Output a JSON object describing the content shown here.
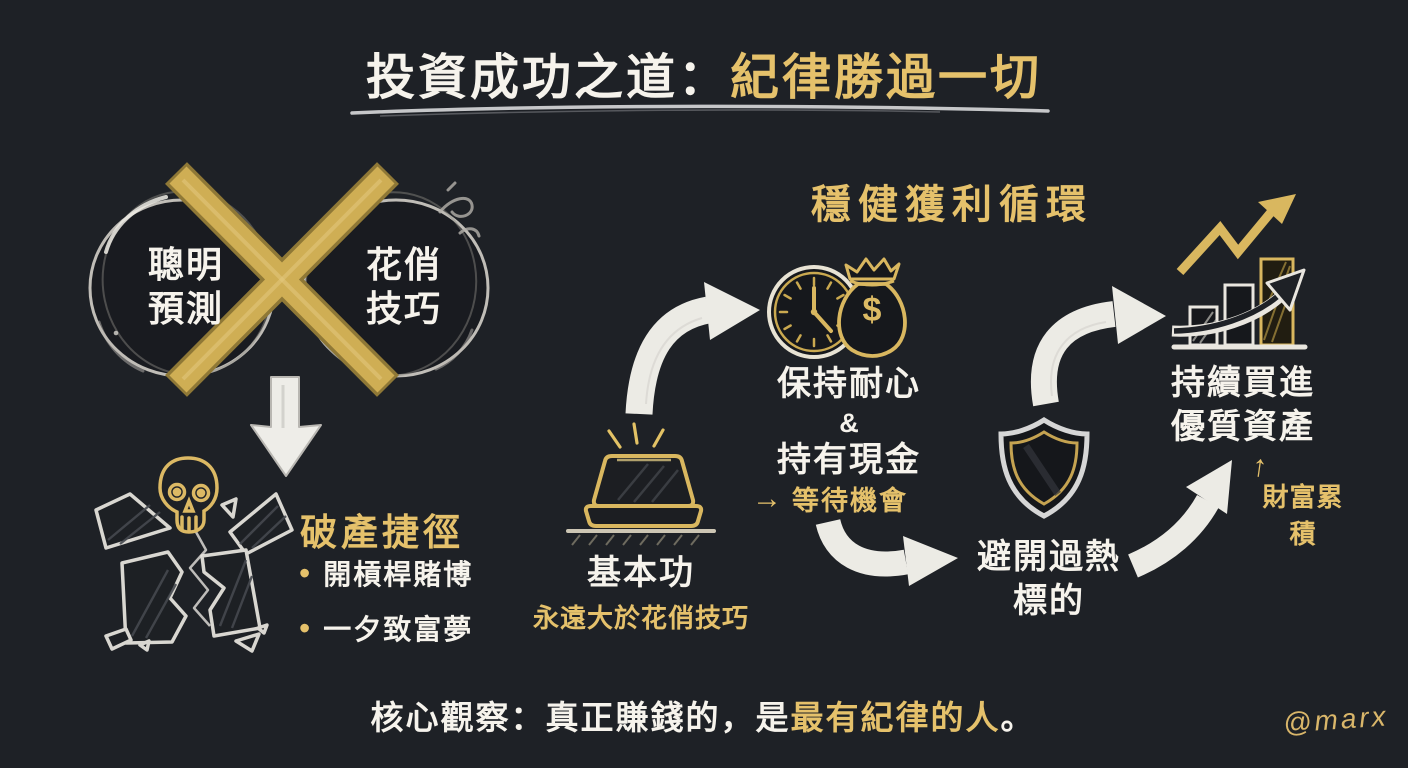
{
  "title": {
    "prefix": "投資成功之道：",
    "highlight": "紀律勝過一切"
  },
  "left_panel": {
    "bubble_left": {
      "line1": "聰明",
      "line2": "預測"
    },
    "bubble_right": {
      "line1": "花俏",
      "line2": "技巧"
    },
    "bankruptcy": {
      "heading": "破產捷徑",
      "bullets": [
        {
          "dot": "•",
          "label": "開槓桿賭博"
        },
        {
          "dot": "•",
          "label": "一夕致富夢"
        }
      ]
    }
  },
  "cycle_panel": {
    "heading": "穩健獲利循環",
    "node_patience": {
      "line1": "保持耐心",
      "connector": "&",
      "line2": "持有現金",
      "note_arrow": "→",
      "note": "等待機會"
    },
    "node_basics": {
      "label": "基本功",
      "note": "永遠大於花俏技巧"
    },
    "node_avoid": {
      "line1": "避開過熱",
      "line2": "標的"
    },
    "node_buy": {
      "line1": "持續買進",
      "line2": "優質資產",
      "note_arrow": "↑",
      "note": "財富累積"
    },
    "moneybag_symbol": "$"
  },
  "footer": {
    "prefix": "核心觀察：真正賺錢的，是",
    "highlight": "最有紀律的人",
    "suffix": "。"
  },
  "watermark": "@marx",
  "colors": {
    "background": "#1e2126",
    "gold": "#e5c16b",
    "white": "#f6f3ec",
    "x_mark_gold": "#cfae54"
  }
}
